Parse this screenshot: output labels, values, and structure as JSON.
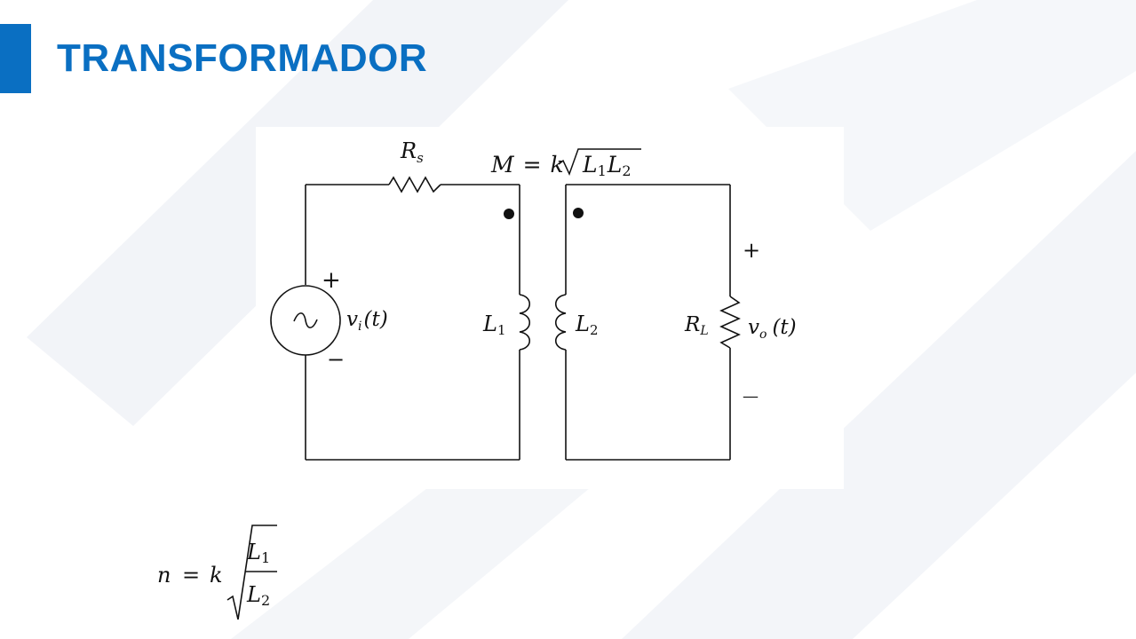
{
  "slide": {
    "title": "TRANSFORMADOR",
    "colors": {
      "accent": "#0a6fc2",
      "title": "#0a6fc2",
      "ink": "#111111",
      "watermark": "#f2f4f8"
    }
  },
  "circuit": {
    "mutual": {
      "prefix": "M",
      "eq": "=",
      "k": "k",
      "L1": "L",
      "L1sub": "1",
      "L2": "L",
      "L2sub": "2"
    },
    "rs": {
      "main": "R",
      "sub": "s"
    },
    "source": {
      "plus": "+",
      "minus": "−",
      "v": "v",
      "sub": "i",
      "arg": "(t)",
      "glyph": "∼"
    },
    "l1": {
      "main": "L",
      "sub": "1"
    },
    "l2": {
      "main": "L",
      "sub": "2"
    },
    "rl": {
      "main": "R",
      "sub": "L"
    },
    "output": {
      "plus": "+",
      "minus": "—",
      "v": "v",
      "sub": "o",
      "arg": "(t)"
    }
  },
  "equation": {
    "lhs": "n",
    "equals": "=",
    "k": "k",
    "num": "L",
    "num_sub": "1",
    "den": "L",
    "den_sub": "2"
  }
}
